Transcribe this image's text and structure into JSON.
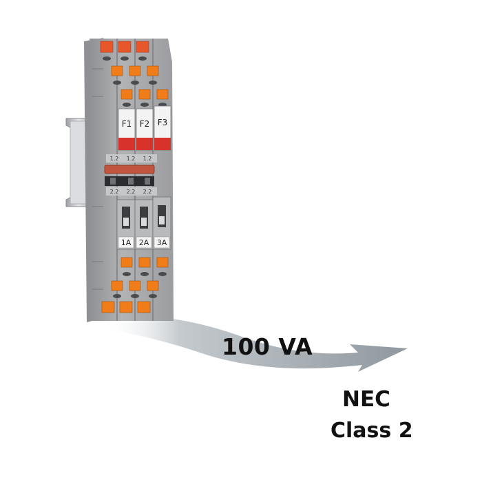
{
  "caption": {
    "power_rating": "100 VA",
    "standard_line1": "NEC",
    "standard_line2": "Class 2"
  },
  "device": {
    "fuse_labels": [
      "F1",
      "F2",
      "F3"
    ],
    "current_labels": [
      "1A",
      "2A",
      "3A"
    ],
    "terminal_row_top": [
      "1.2",
      "1.2",
      "1.2"
    ],
    "terminal_row_bottom": [
      "2.2",
      "2.2",
      "2.2"
    ]
  },
  "colors": {
    "housing_gray": "#a8a9ab",
    "housing_dark": "#7f8083",
    "terminal_orange": "#f07d1a",
    "fuse_red": "#d8332a",
    "arrow_gray": "#9aa3aa",
    "din_rail": "#c9cacc"
  },
  "icons": {
    "arrow": "grey-swoosh-arrow",
    "rail": "din-rail"
  }
}
